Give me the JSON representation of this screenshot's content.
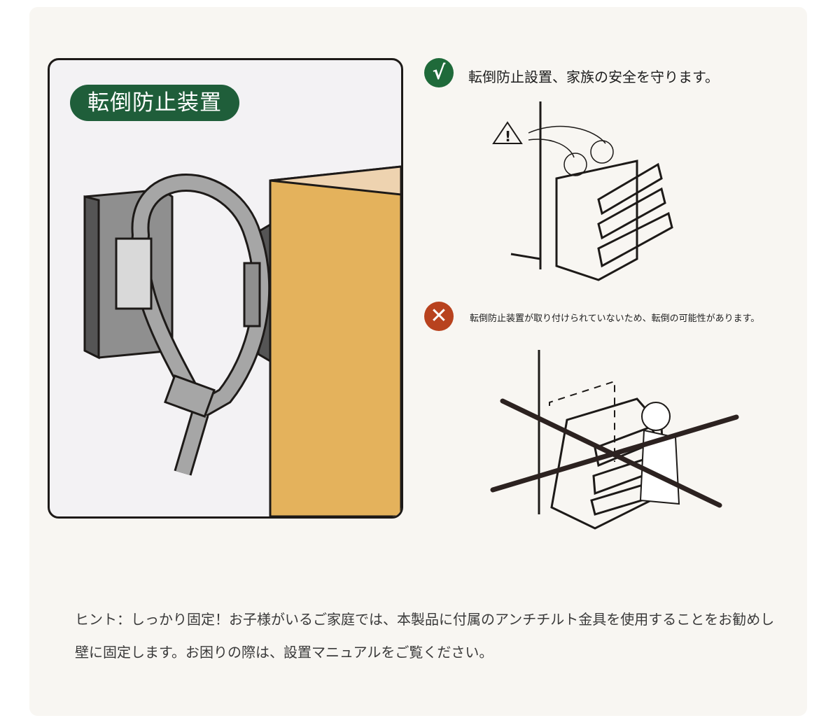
{
  "hero": {
    "badge": "転倒防止装置"
  },
  "good": {
    "icon": "check-icon",
    "glyph": "√",
    "text": "転倒防止設置、家族の安全を守ります。"
  },
  "bad": {
    "icon": "cross-icon",
    "glyph": "✕",
    "text": "転倒防止装置が取り付けられていないため、転倒の可能性があります。"
  },
  "hint": {
    "line1": "ヒント：しっかり固定！お子様がいるご家庭では、本製品に付属のアンチチルト金具を使用することをお勧めし",
    "line2": "壁に固定します。お困りの際は、設置マニュアルをご覧ください。"
  },
  "colors": {
    "green": "#1f5e3a",
    "red": "#b8421e",
    "cabinet": "#e4b25c"
  }
}
